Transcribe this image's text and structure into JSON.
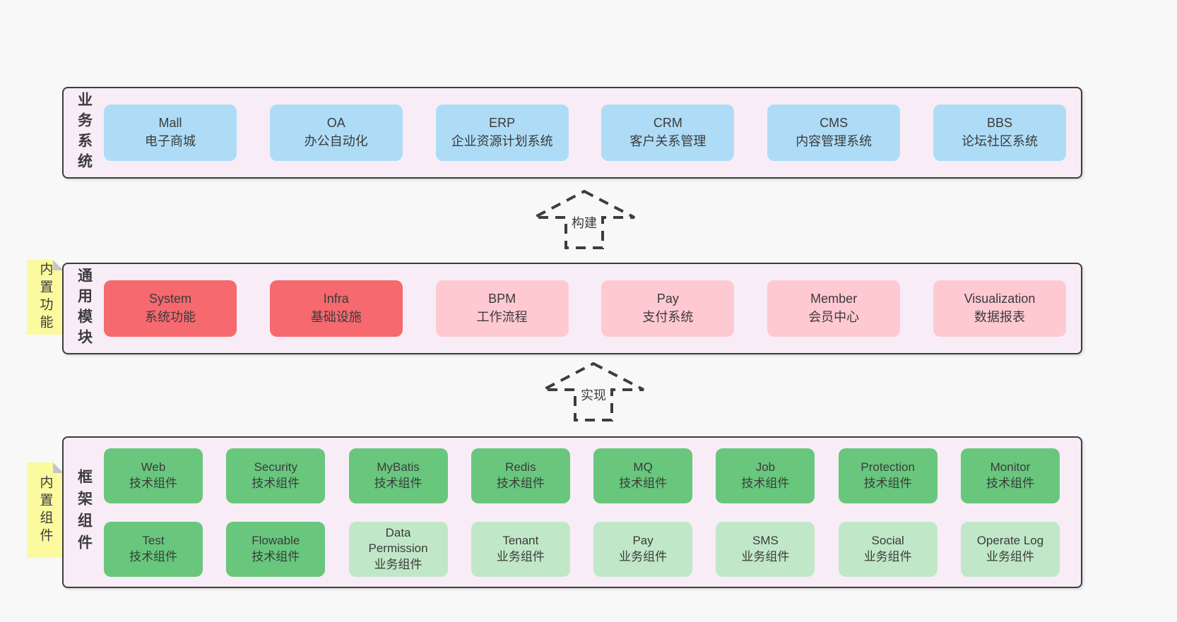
{
  "colors": {
    "page_bg": "#f8f8f8",
    "band_bg": "#f8edf6",
    "band_border": "#3d3d3d",
    "blue": "#aedcf7",
    "red": "#f5696f",
    "pink": "#ffc9d2",
    "green": "#68c77d",
    "light_green": "#c0e8c8",
    "sticky_yellow": "#fbfa9e",
    "sticky_fold": "#c6c6c6",
    "text": "#3b3b3b"
  },
  "arrows": [
    {
      "label": "构建"
    },
    {
      "label": "实现"
    }
  ],
  "bands": [
    {
      "label": "业务系统",
      "items": [
        {
          "title": "Mall",
          "subtitle": "电子商城",
          "variant": "blue"
        },
        {
          "title": "OA",
          "subtitle": "办公自动化",
          "variant": "blue"
        },
        {
          "title": "ERP",
          "subtitle": "企业资源计划系统",
          "variant": "blue"
        },
        {
          "title": "CRM",
          "subtitle": "客户关系管理",
          "variant": "blue"
        },
        {
          "title": "CMS",
          "subtitle": "内容管理系统",
          "variant": "blue"
        },
        {
          "title": "BBS",
          "subtitle": "论坛社区系统",
          "variant": "blue"
        }
      ]
    },
    {
      "label": "通用模块",
      "sticky": "内置功能",
      "items": [
        {
          "title": "System",
          "subtitle": "系统功能",
          "variant": "red"
        },
        {
          "title": "Infra",
          "subtitle": "基础设施",
          "variant": "red"
        },
        {
          "title": "BPM",
          "subtitle": "工作流程",
          "variant": "pink"
        },
        {
          "title": "Pay",
          "subtitle": "支付系统",
          "variant": "pink"
        },
        {
          "title": "Member",
          "subtitle": "会员中心",
          "variant": "pink"
        },
        {
          "title": "Visualization",
          "subtitle": "数据报表",
          "variant": "pink"
        }
      ]
    },
    {
      "label": "框架组件",
      "sticky": "内置组件",
      "items": [
        {
          "title": "Web",
          "subtitle": "技术组件",
          "variant": "green"
        },
        {
          "title": "Security",
          "subtitle": "技术组件",
          "variant": "green"
        },
        {
          "title": "MyBatis",
          "subtitle": "技术组件",
          "variant": "green"
        },
        {
          "title": "Redis",
          "subtitle": "技术组件",
          "variant": "green"
        },
        {
          "title": "MQ",
          "subtitle": "技术组件",
          "variant": "green"
        },
        {
          "title": "Job",
          "subtitle": "技术组件",
          "variant": "green"
        },
        {
          "title": "Protection",
          "subtitle": "技术组件",
          "variant": "green"
        },
        {
          "title": "Monitor",
          "subtitle": "技术组件",
          "variant": "green"
        },
        {
          "title": "Test",
          "subtitle": "技术组件",
          "variant": "green"
        },
        {
          "title": "Flowable",
          "subtitle": "技术组件",
          "variant": "green"
        },
        {
          "title": "Data Permission",
          "subtitle": "业务组件",
          "variant": "light-green"
        },
        {
          "title": "Tenant",
          "subtitle": "业务组件",
          "variant": "light-green"
        },
        {
          "title": "Pay",
          "subtitle": "业务组件",
          "variant": "light-green"
        },
        {
          "title": "SMS",
          "subtitle": "业务组件",
          "variant": "light-green"
        },
        {
          "title": "Social",
          "subtitle": "业务组件",
          "variant": "light-green"
        },
        {
          "title": "Operate Log",
          "subtitle": "业务组件",
          "variant": "light-green"
        }
      ]
    }
  ]
}
